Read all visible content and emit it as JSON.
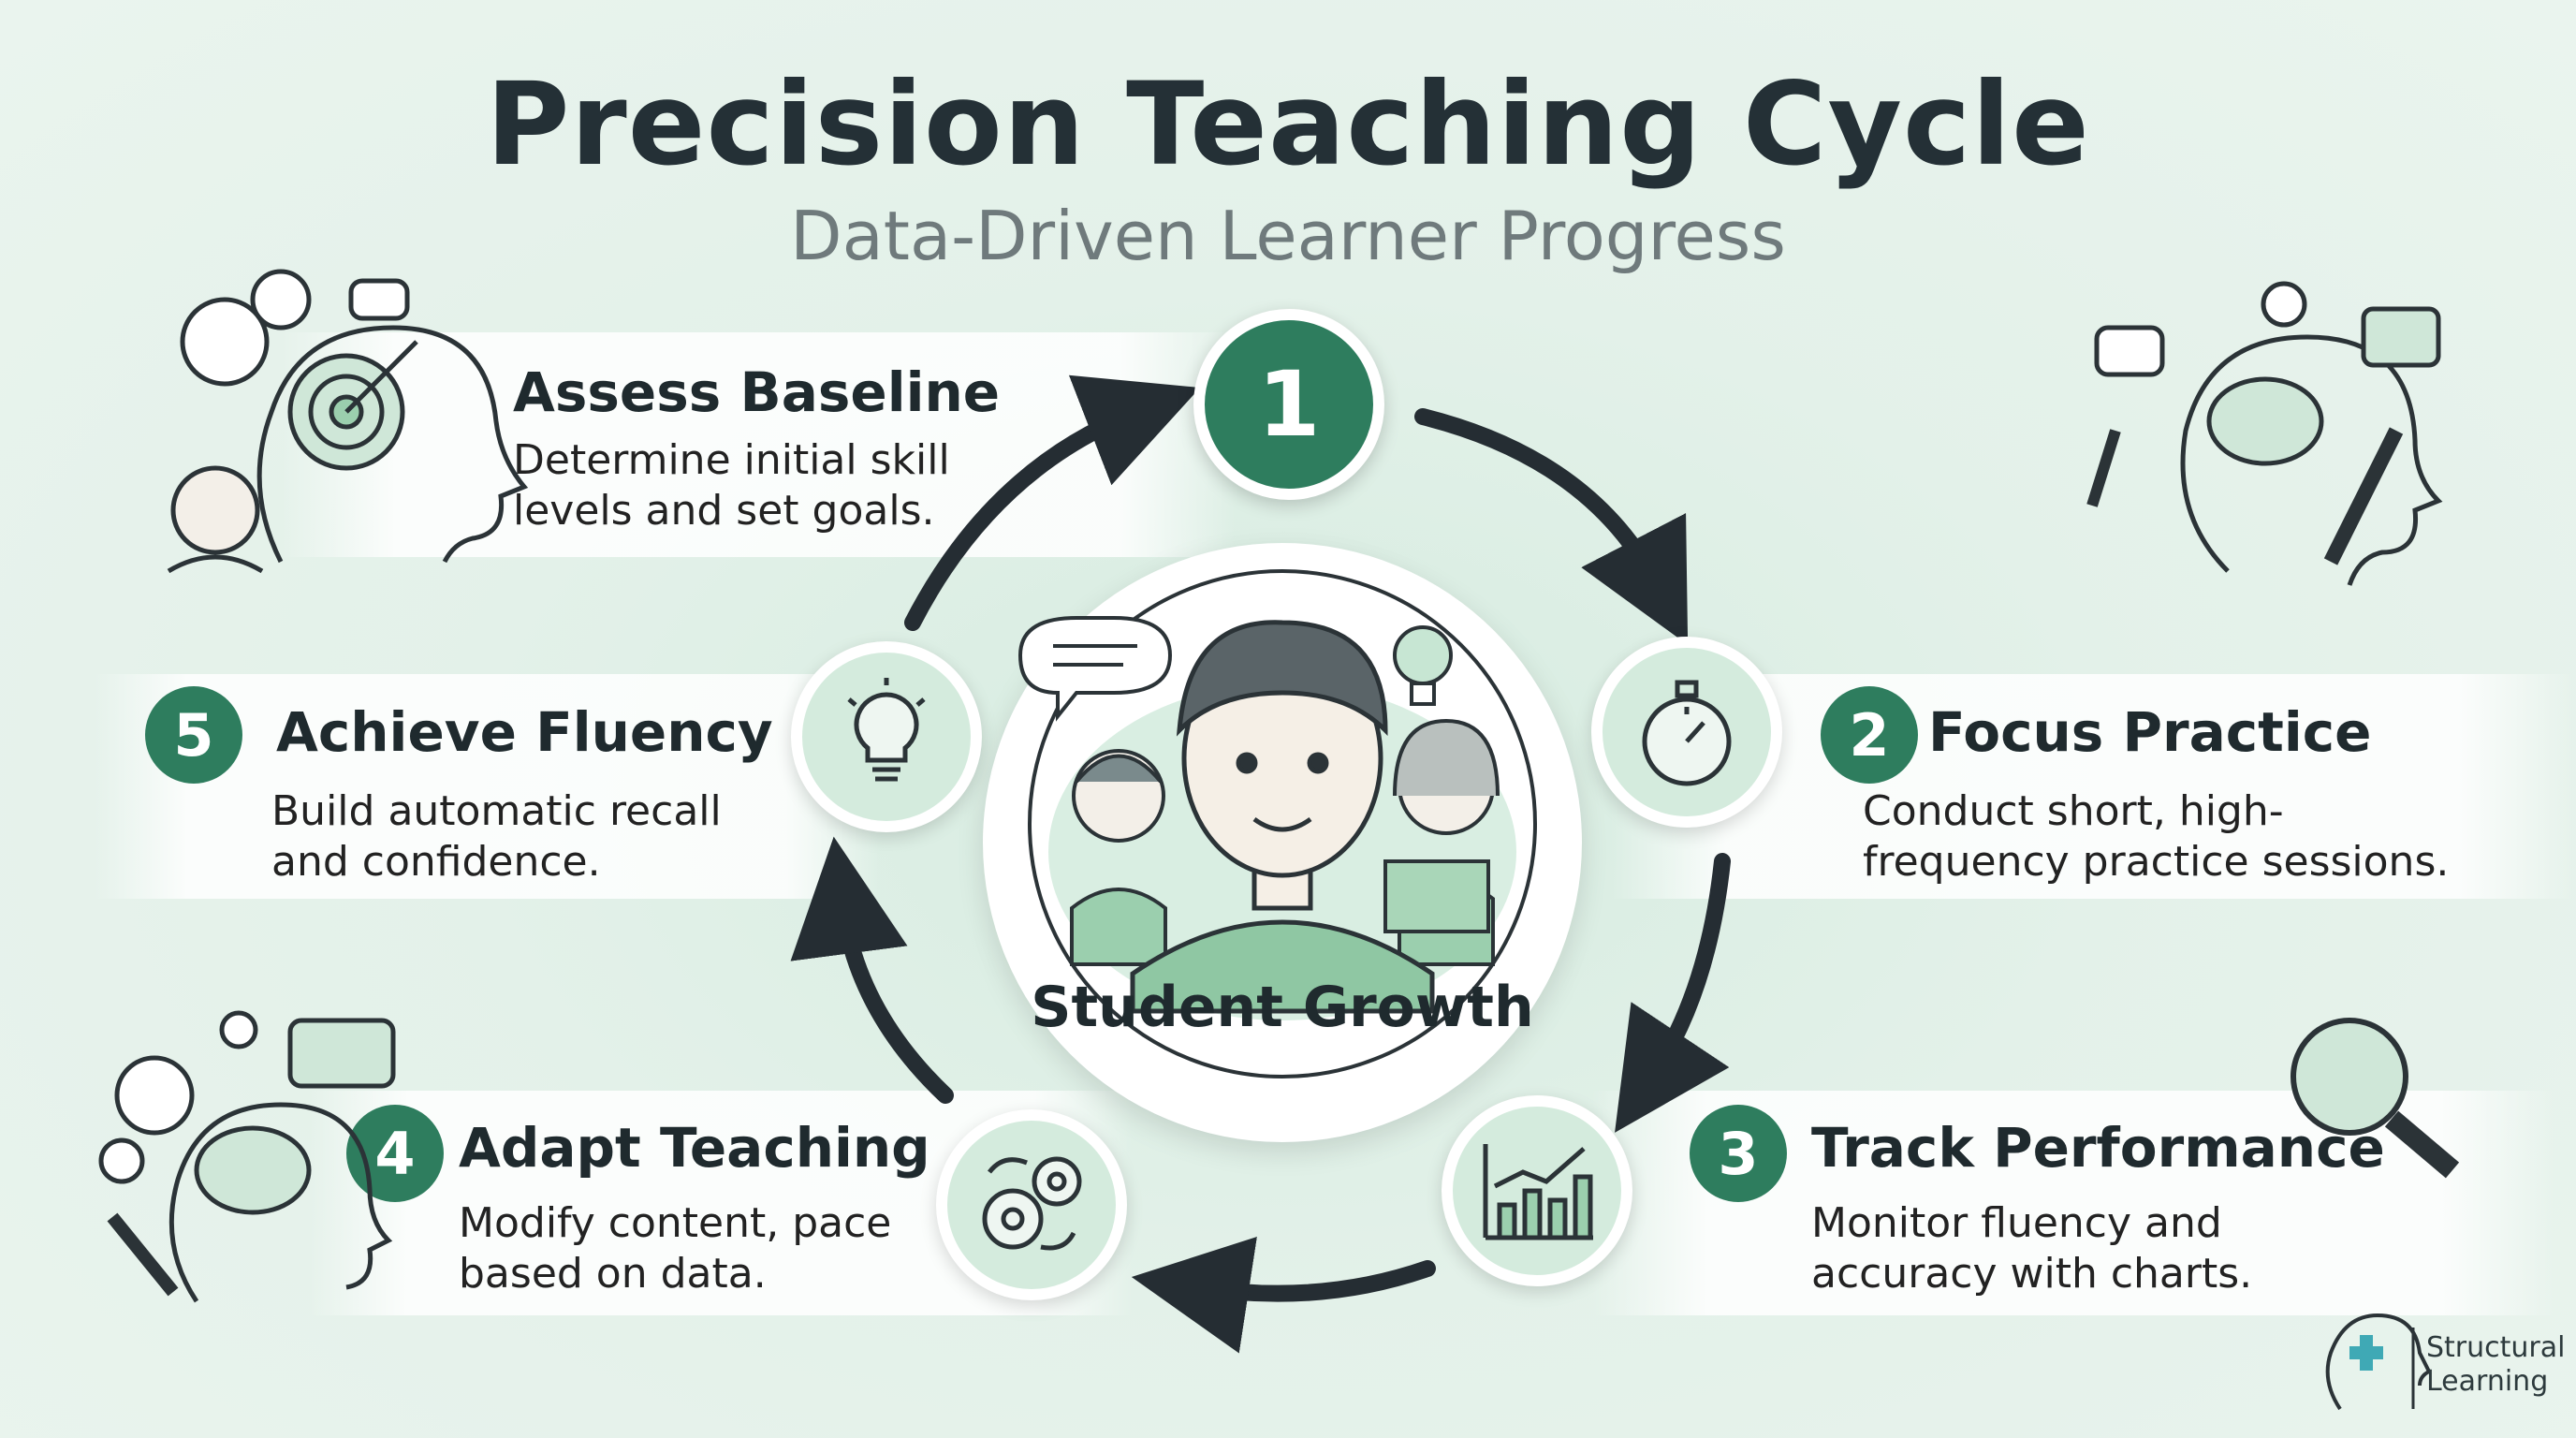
{
  "title": "Precision Teaching Cycle",
  "subtitle": "Data-Driven Learner Progress",
  "center": {
    "label": "Student Growth"
  },
  "steps": [
    {
      "number": "1",
      "title": "Assess Baseline",
      "description": "Determine initial skill levels and set goals.",
      "icon": "target-icon"
    },
    {
      "number": "2",
      "title": "Focus Practice",
      "description": "Conduct short, high-frequency practice sessions.",
      "icon": "stopwatch-icon"
    },
    {
      "number": "3",
      "title": "Track Performance",
      "description": "Monitor fluency and accuracy with charts.",
      "icon": "bar-chart-icon"
    },
    {
      "number": "4",
      "title": "Adapt Teaching",
      "description": "Modify content, pace based on data.",
      "icon": "gears-icon"
    },
    {
      "number": "5",
      "title": "Achieve Fluency",
      "description": "Build automatic recall and confidence.",
      "icon": "lightbulb-icon"
    }
  ],
  "logo": {
    "line1": "Structural",
    "line2": "Learning"
  },
  "colors": {
    "accent": "#2e7d5e",
    "node_fill": "#d4ebdd",
    "background": "#e3f1e9",
    "arrow": "#252d33"
  }
}
